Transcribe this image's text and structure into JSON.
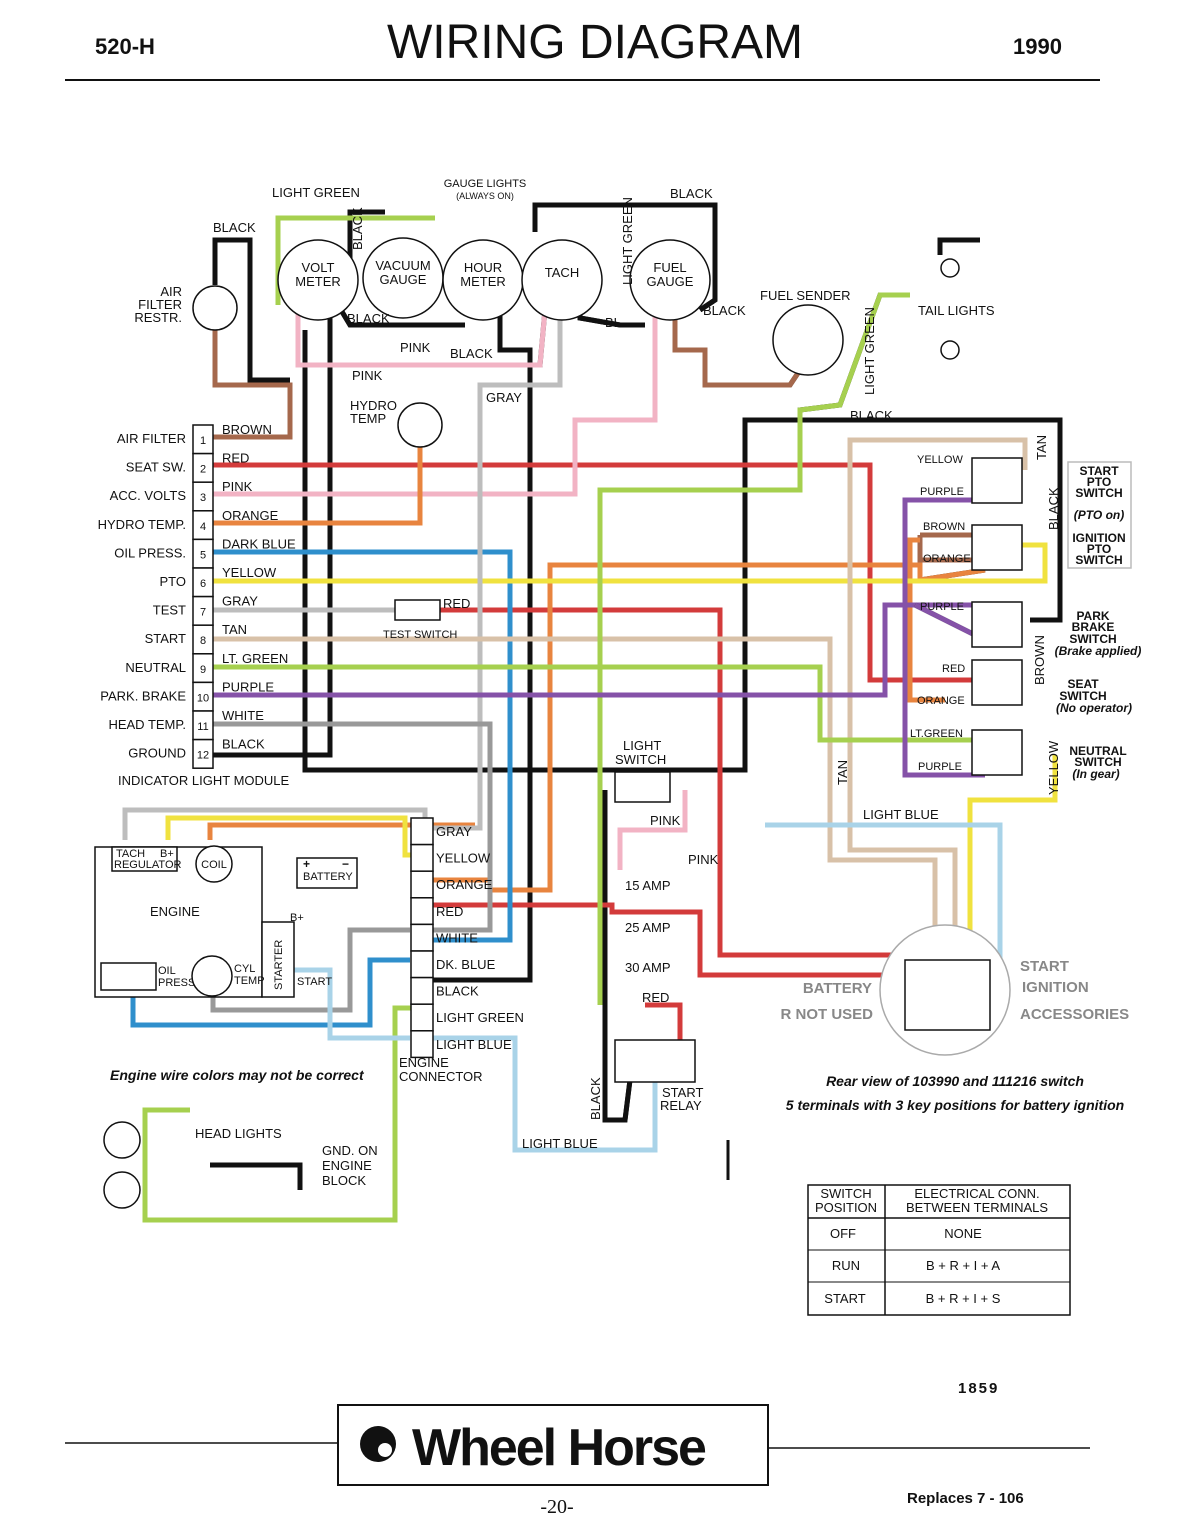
{
  "header": {
    "model": "520-H",
    "title": "WIRING DIAGRAM",
    "year": "1990"
  },
  "gauges": {
    "volt": [
      "VOLT",
      "METER"
    ],
    "vacuum": [
      "VACUUM",
      "GAUGE"
    ],
    "hour": [
      "HOUR",
      "METER"
    ],
    "tach": "TACH",
    "fuel": [
      "FUEL",
      "GAUGE"
    ],
    "gauge_lights": [
      "GAUGE LIGHTS",
      "(ALWAYS ON)"
    ],
    "fuel_sender": "FUEL SENDER",
    "tail_lights": "TAIL LIGHTS",
    "air_filter": [
      "AIR",
      "FILTER",
      "RESTR."
    ],
    "hydro_temp": [
      "HYDRO",
      "TEMP"
    ]
  },
  "wire_labels": {
    "light_green_top": "LIGHT GREEN",
    "black_top": "BLACK",
    "black_left": "BLACK",
    "black_vert": "BLACK",
    "light_green_vert": "LIGHT GREEN",
    "black_volt": "BLACK",
    "pink_1": "PINK",
    "black_mid": "BLACK",
    "pink_2": "PINK",
    "gray": "GRAY",
    "bl": "BL",
    "black_fuel": "BLACK",
    "light_green_sender": "LIGHT GREEN",
    "black_sender": "BLACK",
    "tan_right": "TAN",
    "black_right": "BLACK",
    "brown_right": "BROWN",
    "yellow_right": "YELLOW",
    "tan_mid": "TAN",
    "light_blue": "LIGHT BLUE",
    "pink_fuse": "PINK",
    "red_test": "RED",
    "red_relay": "RED",
    "black_relay": "BLACK",
    "light_blue_bottom": "LIGHT BLUE",
    "sw_yellow": "YELLOW",
    "sw_purple1": "PURPLE",
    "sw_brown": "BROWN",
    "sw_orange1": "ORANGE",
    "sw_purple2": "PURPLE",
    "sw_red": "RED",
    "sw_orange2": "ORANGE",
    "sw_ltgreen": "LT.GREEN",
    "sw_purple3": "PURPLE"
  },
  "module": {
    "title": "INDICATOR LIGHT MODULE",
    "rows": [
      {
        "num": "1",
        "name": "AIR FILTER",
        "wire": "BROWN"
      },
      {
        "num": "2",
        "name": "SEAT SW.",
        "wire": "RED"
      },
      {
        "num": "3",
        "name": "ACC. VOLTS",
        "wire": "PINK"
      },
      {
        "num": "4",
        "name": "HYDRO TEMP.",
        "wire": "ORANGE"
      },
      {
        "num": "5",
        "name": "OIL PRESS.",
        "wire": "DARK BLUE"
      },
      {
        "num": "6",
        "name": "PTO",
        "wire": "YELLOW"
      },
      {
        "num": "7",
        "name": "TEST",
        "wire": "GRAY"
      },
      {
        "num": "8",
        "name": "START",
        "wire": "TAN"
      },
      {
        "num": "9",
        "name": "NEUTRAL",
        "wire": "LT. GREEN"
      },
      {
        "num": "10",
        "name": "PARK. BRAKE",
        "wire": "PURPLE"
      },
      {
        "num": "11",
        "name": "HEAD TEMP.",
        "wire": "WHITE"
      },
      {
        "num": "12",
        "name": "GROUND",
        "wire": "BLACK"
      }
    ]
  },
  "test_switch": "TEST SWITCH",
  "light_switch": [
    "LIGHT",
    "SWITCH"
  ],
  "switches": {
    "start_pto": [
      "START",
      "PTO",
      "SWITCH"
    ],
    "pto_on": "(PTO on)",
    "ignition_pto": [
      "IGNITION",
      "PTO",
      "SWITCH"
    ],
    "park_brake": [
      "PARK",
      "BRAKE",
      "SWITCH"
    ],
    "brake_applied": "(Brake applied)",
    "seat": [
      "SEAT",
      "SWITCH"
    ],
    "no_operator": "(No operator)",
    "neutral": [
      "NEUTRAL",
      "SWITCH"
    ],
    "in_gear": "(In gear)"
  },
  "engine": {
    "tach": "TACH",
    "b_plus": "B+",
    "regulator": "REGULATOR",
    "coil": "COIL",
    "engine": "ENGINE",
    "battery": "BATTERY",
    "plus": "+",
    "minus": "−",
    "starter_bplus": "B+",
    "starter": "STARTER",
    "oil_press": [
      "OIL",
      "PRESS"
    ],
    "cyl_temp": [
      "CYL",
      "TEMP"
    ],
    "start": "START",
    "note": "Engine wire colors may not be correct"
  },
  "connector": {
    "labels": [
      "GRAY",
      "YELLOW",
      "ORANGE",
      "RED",
      "WHITE",
      "DK. BLUE",
      "BLACK",
      "LIGHT GREEN",
      "LIGHT BLUE"
    ],
    "title": [
      "ENGINE",
      "CONNECTOR"
    ]
  },
  "fuses": [
    "15 AMP",
    "25 AMP",
    "30 AMP"
  ],
  "start_relay": [
    "START",
    "RELAY"
  ],
  "ignition": {
    "start": "START",
    "ignition": "IGNITION",
    "accessories": "ACCESSORIES",
    "battery": "BATTERY",
    "r_not_used": "R NOT USED",
    "caption": [
      "Rear view of 103990 and 111216 switch",
      "5 terminals with 3 key positions for battery ignition"
    ]
  },
  "head_lights": {
    "label": "HEAD LIGHTS",
    "gnd": [
      "GND. ON",
      "ENGINE",
      "BLOCK"
    ]
  },
  "table": {
    "headers": [
      [
        "SWITCH",
        "POSITION"
      ],
      [
        "ELECTRICAL CONN.",
        "BETWEEN TERMINALS"
      ]
    ],
    "rows": [
      {
        "position": "OFF",
        "conn": "NONE"
      },
      {
        "position": "RUN",
        "conn": "B + R + I + A"
      },
      {
        "position": "START",
        "conn": "B + R + I + S"
      }
    ]
  },
  "footer": {
    "code": "1859",
    "logo": "Wheel Horse",
    "page": "-20-",
    "replaces": "Replaces  7 - 106"
  },
  "wire_colors": {
    "brown": "#a5684c",
    "red": "#d33b3b",
    "pink": "#f2b3c4",
    "orange": "#e8843f",
    "dark_blue": "#2f8fcc",
    "yellow": "#f0e23f",
    "gray": "#bdbdbd",
    "tan": "#d8c1a8",
    "light_green": "#a6d04f",
    "purple": "#8552a8",
    "white": "#ffffff",
    "black": "#111111",
    "light_blue": "#a9d3e8"
  }
}
